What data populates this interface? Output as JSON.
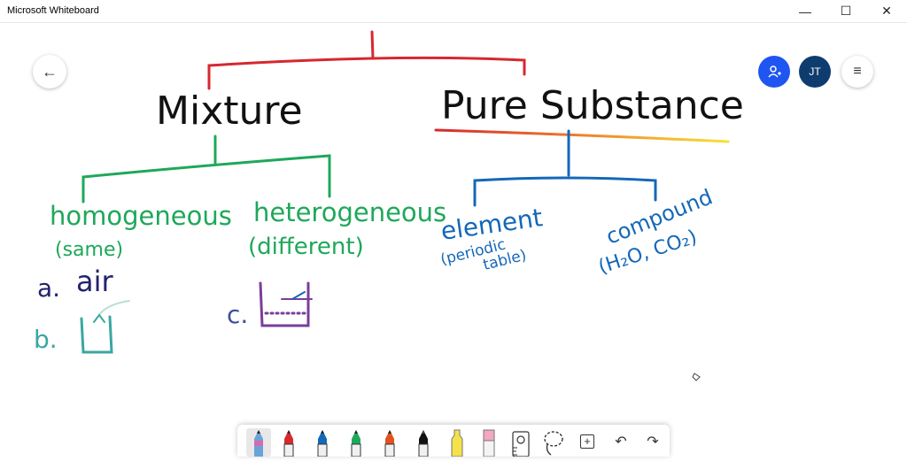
{
  "window": {
    "title": "Microsoft Whiteboard",
    "controls": {
      "minimize": "—",
      "maximize": "☐",
      "close": "✕"
    }
  },
  "canvas_ink": {
    "mixture": "Mixture",
    "pure_substance": "Pure Substance",
    "homogeneous": "homogeneous",
    "homogeneous_note": "(same)",
    "heterogeneous": "heterogeneous",
    "heterogeneous_note": "(different)",
    "element": "element",
    "element_note_1": "(periodic",
    "element_note_2": "table)",
    "compound": "compound",
    "compound_note": "(H₂O, CO₂)",
    "example_a_letter": "a.",
    "example_a_text": "air",
    "example_b_letter": "b.",
    "example_c_letter": "c."
  },
  "colors": {
    "ink_black": "#111111",
    "ink_red": "#d6282f",
    "ink_green": "#1ea85a",
    "ink_blue": "#1468b8",
    "ink_navy": "#23236e",
    "ink_teal": "#3aa7a0",
    "ink_purple": "#7a3e9a",
    "invite_button": "#1f55f0",
    "avatar_bg": "#0f3c6e"
  },
  "user": {
    "initials": "JT"
  },
  "icons": {
    "back": "←",
    "invite": "person-add",
    "menu": "≡",
    "add": "+",
    "undo": "↶",
    "redo": "↷"
  },
  "toolbar": {
    "pens": [
      {
        "name": "rainbow-pen",
        "color": "#6aa3d8"
      },
      {
        "name": "red-pen",
        "color": "#d6282f"
      },
      {
        "name": "blue-pen",
        "color": "#1468b8"
      },
      {
        "name": "green-pen",
        "color": "#1ea85a"
      },
      {
        "name": "orange-pen",
        "color": "#e0531f"
      },
      {
        "name": "black-pen",
        "color": "#111111"
      },
      {
        "name": "highlighter",
        "color": "#f3e24a"
      },
      {
        "name": "eraser",
        "color": "#f2a7c3"
      }
    ]
  }
}
